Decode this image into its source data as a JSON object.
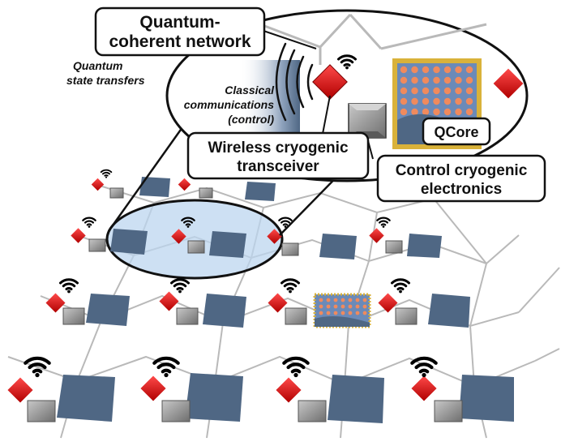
{
  "labels": {
    "network_line1": "Quantum-",
    "network_line2": "coherent network",
    "state_line1": "Quantum",
    "state_line2": "state transfers",
    "classical_line1": "Classical",
    "classical_line2": "communications",
    "classical_line3": "(control)",
    "wireless_line1": "Wireless cryogenic",
    "wireless_line2": "transceiver",
    "control_line1": "Control cryogenic",
    "control_line2": "electronics",
    "qcore": "QCore"
  },
  "colors": {
    "qubit_tile": "#4f6784",
    "transceiver": "#e02020",
    "electronics": "#8c8c8c",
    "qcore_dot": "#f08a5d",
    "qcore_pin": "#d9b23a",
    "qcore_base": "#6b8ab8",
    "highlight": "#bcd6ef",
    "grid_line": "#b9b9b9"
  },
  "icons": [
    "wifi-icon",
    "transceiver-chip",
    "electronics-chip",
    "qcore-chip"
  ]
}
